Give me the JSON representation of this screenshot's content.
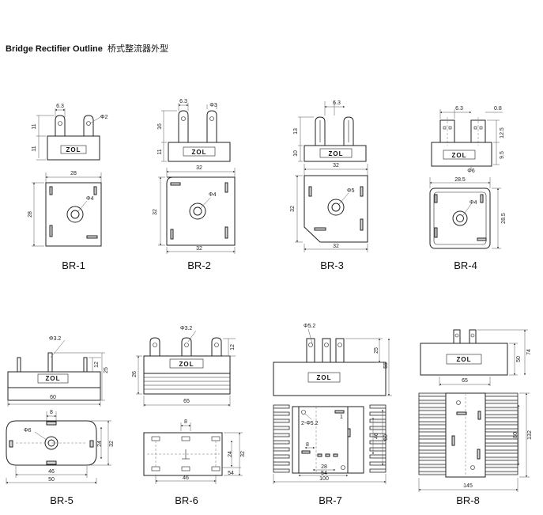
{
  "header": {
    "title_en": "Bridge Rectifier Outline",
    "title_cn": "桥式整流器外型"
  },
  "logo_text": "ZOL",
  "packages": [
    {
      "model": "BR-1",
      "dims": {
        "pin_w": "6.3",
        "hole_top": "Φ2",
        "h_pin": "11",
        "h_body": "11",
        "width": "28",
        "height": "28",
        "hole": "Φ4"
      }
    },
    {
      "model": "BR-2",
      "dims": {
        "pin_w": "6.3",
        "hole_top": "Φ3",
        "h_pin": "16",
        "h_body": "11",
        "width": "32",
        "height": "32",
        "bottom": "32",
        "hole": "Φ4"
      }
    },
    {
      "model": "BR-3",
      "dims": {
        "pin_w": "6.3",
        "h_pin": "13",
        "h_body": "10",
        "width": "32",
        "height": "32",
        "bottom": "32",
        "hole": "Φ5"
      }
    },
    {
      "model": "BR-4",
      "dims": {
        "pin_w": "6.3",
        "pin_t": "0.8",
        "h_pin": "12.5",
        "h_body": "9.5",
        "body_hole": "Φ6",
        "width": "28.5",
        "height": "28.5",
        "hole": "Φ4"
      }
    },
    {
      "model": "BR-5",
      "dims": {
        "hole_top": "Φ3.2",
        "h_pin": "12",
        "h_total": "25",
        "width": "60",
        "pin_gap": "8",
        "hole": "Φ6",
        "h_inner": "24",
        "height": "32",
        "w_inner": "46",
        "w_outer": "50"
      }
    },
    {
      "model": "BR-6",
      "dims": {
        "hole_top": "Φ3.2",
        "h_pin": "12",
        "h_body": "26",
        "width": "65",
        "pin_gap": "8",
        "h_inner": "24",
        "height": "32",
        "w_inner": "46",
        "w_outer": "54"
      }
    },
    {
      "model": "BR-7",
      "dims": {
        "hole_top": "Φ5.2",
        "h_pin": "25",
        "h_total": "55",
        "holes": "2-Φ5.2",
        "pin_gap": "8",
        "w_a": "28",
        "w_b": "54",
        "width": "100",
        "h_a": "46",
        "h_b": "60",
        "small": "1"
      }
    },
    {
      "model": "BR-8",
      "dims": {
        "h_top": "50",
        "h_total": "74",
        "w_top": "65",
        "h_in": "80",
        "h_out": "132",
        "width": "145"
      }
    }
  ]
}
